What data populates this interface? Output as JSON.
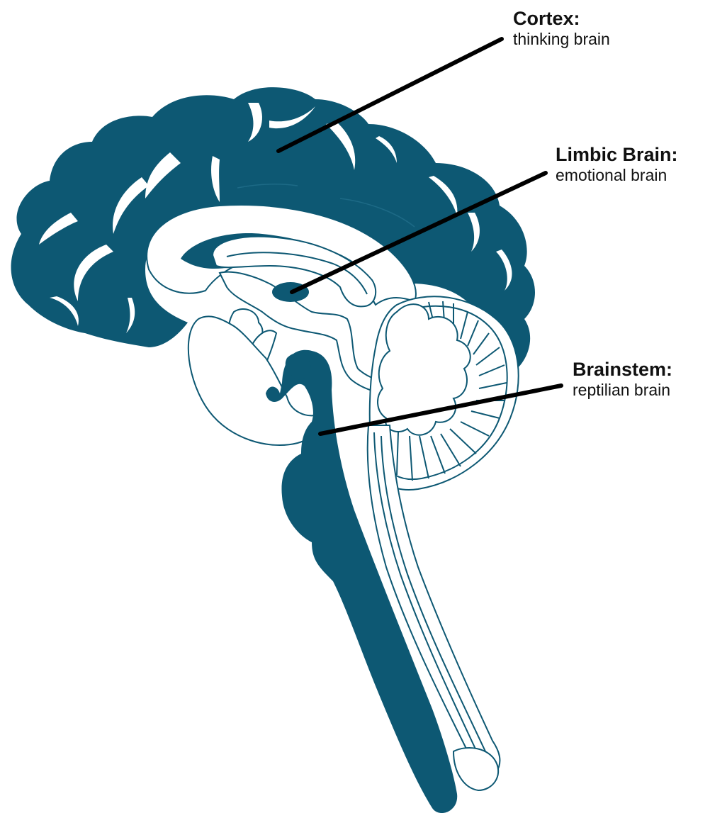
{
  "colors": {
    "brain_fill": "#0d5873",
    "fold_fill": "#ffffff",
    "leader_line": "#000000",
    "outline": "#0d5873"
  },
  "labels": {
    "cortex": {
      "title": "Cortex:",
      "subtitle": "thinking brain"
    },
    "limbic": {
      "title": "Limbic Brain:",
      "subtitle": "emotional brain"
    },
    "brainstem": {
      "title": "Brainstem:",
      "subtitle": "reptilian brain"
    }
  }
}
